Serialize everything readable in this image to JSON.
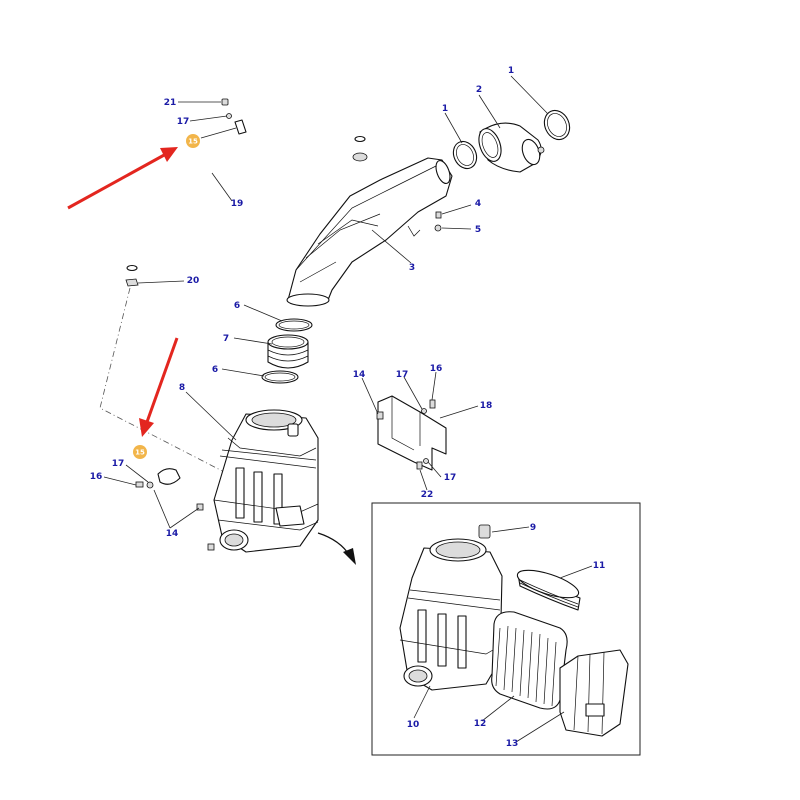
{
  "diagram": {
    "callouts": {
      "c1a": "1",
      "c1b": "1",
      "c2": "2",
      "c3": "3",
      "c4": "4",
      "c5": "5",
      "c6a": "6",
      "c6b": "6",
      "c7": "7",
      "c8": "8",
      "c9": "9",
      "c10": "10",
      "c11": "11",
      "c12": "12",
      "c13": "13",
      "c14a": "14",
      "c14b": "14",
      "c15a": "15",
      "c15b": "15",
      "c16a": "16",
      "c16b": "16",
      "c17a": "17",
      "c17b": "17",
      "c17c": "17",
      "c17d": "17",
      "c18": "18",
      "c19": "19",
      "c20": "20",
      "c21": "21",
      "c22": "22"
    },
    "colors": {
      "callout_text": "#1a1aa6",
      "highlight_badge": "#f2b54a",
      "pointer_arrow": "#e3261f",
      "line_art": "#111111"
    },
    "highlighted_part": "15"
  }
}
